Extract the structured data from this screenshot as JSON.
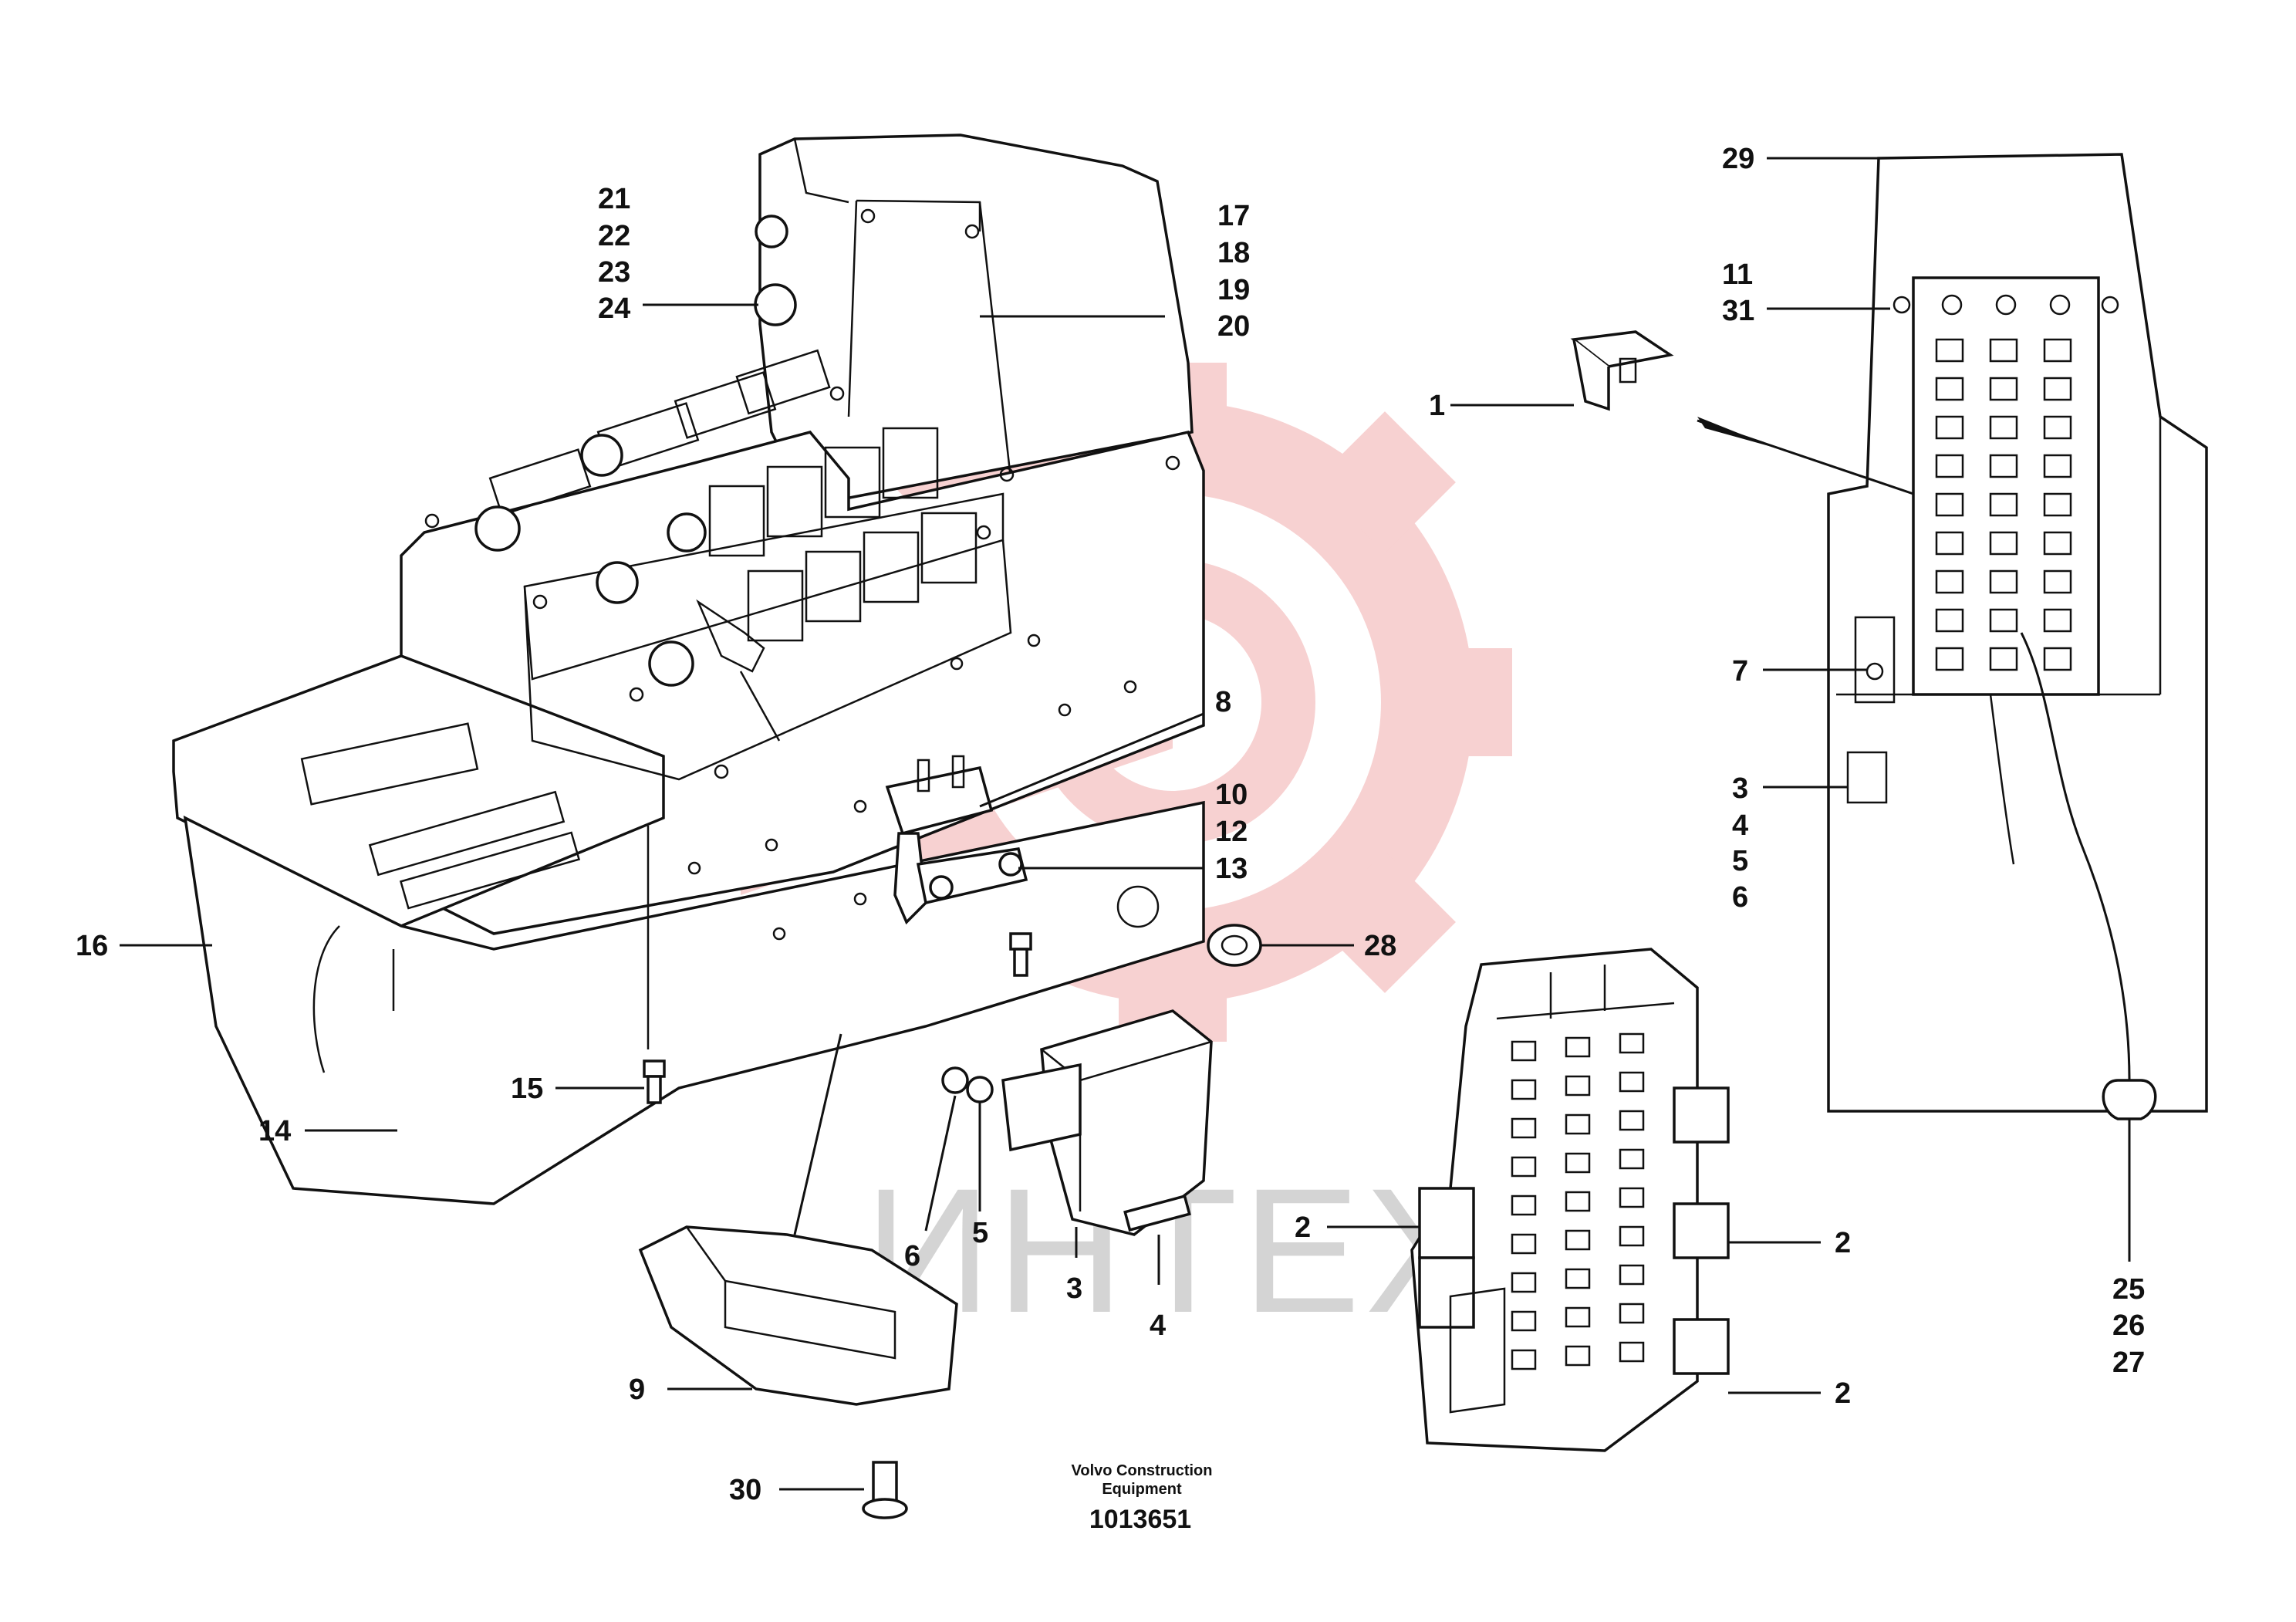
{
  "watermark": {
    "text": "ИНТЕХ",
    "gear_color": "#f6c9c9",
    "text_color": "#d4d4d4"
  },
  "caption": {
    "line1": "Volvo Construction",
    "line2": "Equipment",
    "number": "1013651"
  },
  "callouts": {
    "c21": "21",
    "c22": "22",
    "c23": "23",
    "c24": "24",
    "c17": "17",
    "c18": "18",
    "c19": "19",
    "c20": "20",
    "c29": "29",
    "c11": "11",
    "c31": "31",
    "c1": "1",
    "c7": "7",
    "c3r": "3",
    "c4r": "4",
    "c5r": "5",
    "c6r": "6",
    "c8": "8",
    "c10": "10",
    "c12": "12",
    "c13": "13",
    "c16": "16",
    "c28": "28",
    "c15": "15",
    "c14": "14",
    "c6": "6",
    "c5": "5",
    "c3": "3",
    "c4": "4",
    "c2a": "2",
    "c2b": "2",
    "c2c": "2",
    "c25": "25",
    "c26": "26",
    "c27": "27",
    "c9": "9",
    "c30": "30"
  }
}
